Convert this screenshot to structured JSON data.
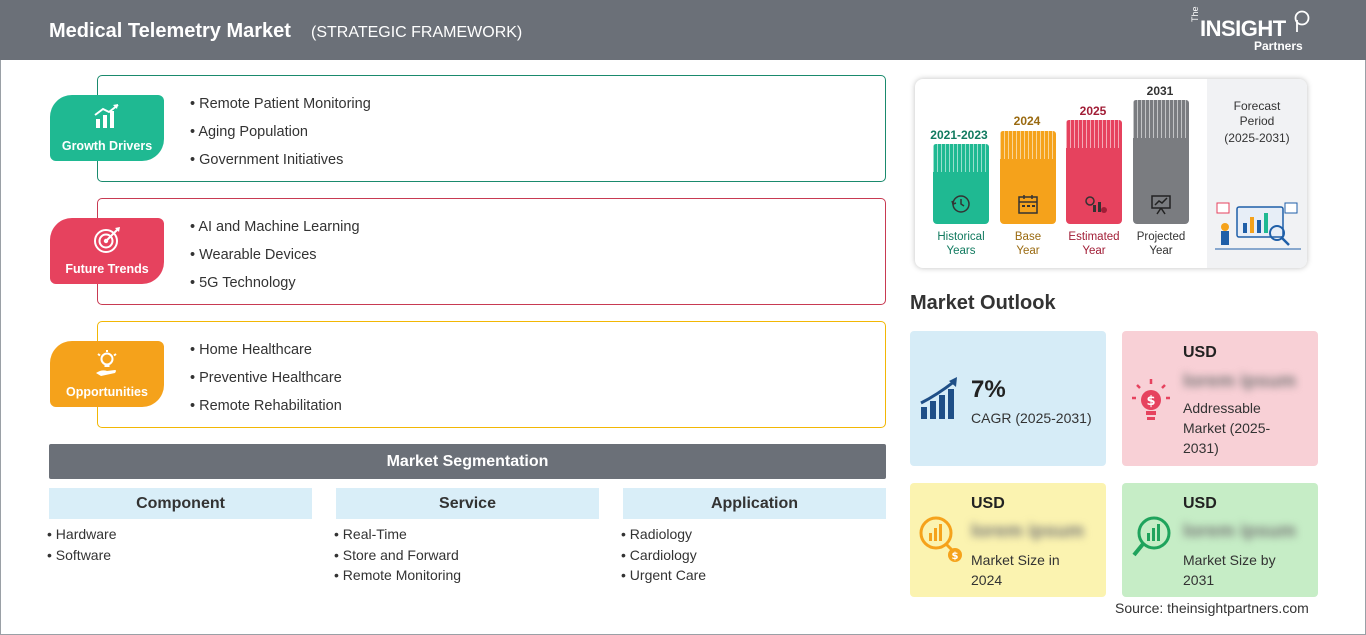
{
  "header": {
    "title": "Medical Telemetry Market",
    "subtitle": "(STRATEGIC FRAMEWORK)",
    "logo": {
      "the": "The",
      "insight": "INSIGHT",
      "partners": "Partners"
    }
  },
  "framework": [
    {
      "label": "Growth Drivers",
      "color": "#1fb992",
      "border": "#1a8a6d",
      "icon": "bar-chart-icon",
      "items": [
        "Remote Patient Monitoring",
        "Aging Population",
        "Government Initiatives"
      ]
    },
    {
      "label": "Future Trends",
      "color": "#e6425e",
      "border": "#c83a52",
      "icon": "target-icon",
      "items": [
        "AI and Machine Learning",
        "Wearable Devices",
        "5G Technology"
      ]
    },
    {
      "label": "Opportunities",
      "color": "#f5a21b",
      "border": "#f2b705",
      "icon": "lightbulb-hand-icon",
      "items": [
        "Home Healthcare",
        "Preventive Healthcare",
        "Remote Rehabilitation"
      ]
    }
  ],
  "segmentation": {
    "title": "Market Segmentation",
    "columns": [
      {
        "heading": "Component",
        "items": [
          "Hardware",
          "Software"
        ]
      },
      {
        "heading": "Service",
        "items": [
          "Real-Time",
          "Store and Forward",
          "Remote Monitoring"
        ]
      },
      {
        "heading": "Application",
        "items": [
          "Radiology",
          "Cardiology",
          "Urgent Care"
        ]
      }
    ]
  },
  "timeline": {
    "periods": [
      {
        "year": "2021-2023",
        "label_line1": "Historical",
        "label_line2": "Years",
        "color": "#1fb992",
        "text_color": "#117a5f"
      },
      {
        "year": "2024",
        "label_line1": "Base",
        "label_line2": "Year",
        "color": "#f5a21b",
        "text_color": "#9a6a10"
      },
      {
        "year": "2025",
        "label_line1": "Estimated",
        "label_line2": "Year",
        "color": "#e6425e",
        "text_color": "#a11d36"
      },
      {
        "year": "2031",
        "label_line1": "Projected",
        "label_line2": "Year",
        "color": "#7a7c80",
        "text_color": "#333333"
      }
    ],
    "forecast": {
      "line1": "Forecast",
      "line2": "Period",
      "line3": "(2025-2031)"
    }
  },
  "market_outlook": {
    "title": "Market Outlook",
    "cagr": {
      "value": "7%",
      "label": "CAGR (2025-2031)",
      "bg": "#d6ecf7"
    },
    "addressable": {
      "currency": "USD",
      "value": "lorem ipsum",
      "label_line1": "Addressable",
      "label_line2": "Market (2025-",
      "label_line3": "2031)",
      "bg": "#f8d0d6"
    },
    "size_2024": {
      "currency": "USD",
      "value": "lorem ipsum",
      "label_line1": "Market Size in",
      "label_line2": "2024",
      "bg": "#fbf3b0"
    },
    "size_2031": {
      "currency": "USD",
      "value": "lorem ipsum",
      "label_line1": "Market Size by",
      "label_line2": "2031",
      "bg": "#c6edc6"
    }
  },
  "source": "Source: theinsightpartners.com"
}
